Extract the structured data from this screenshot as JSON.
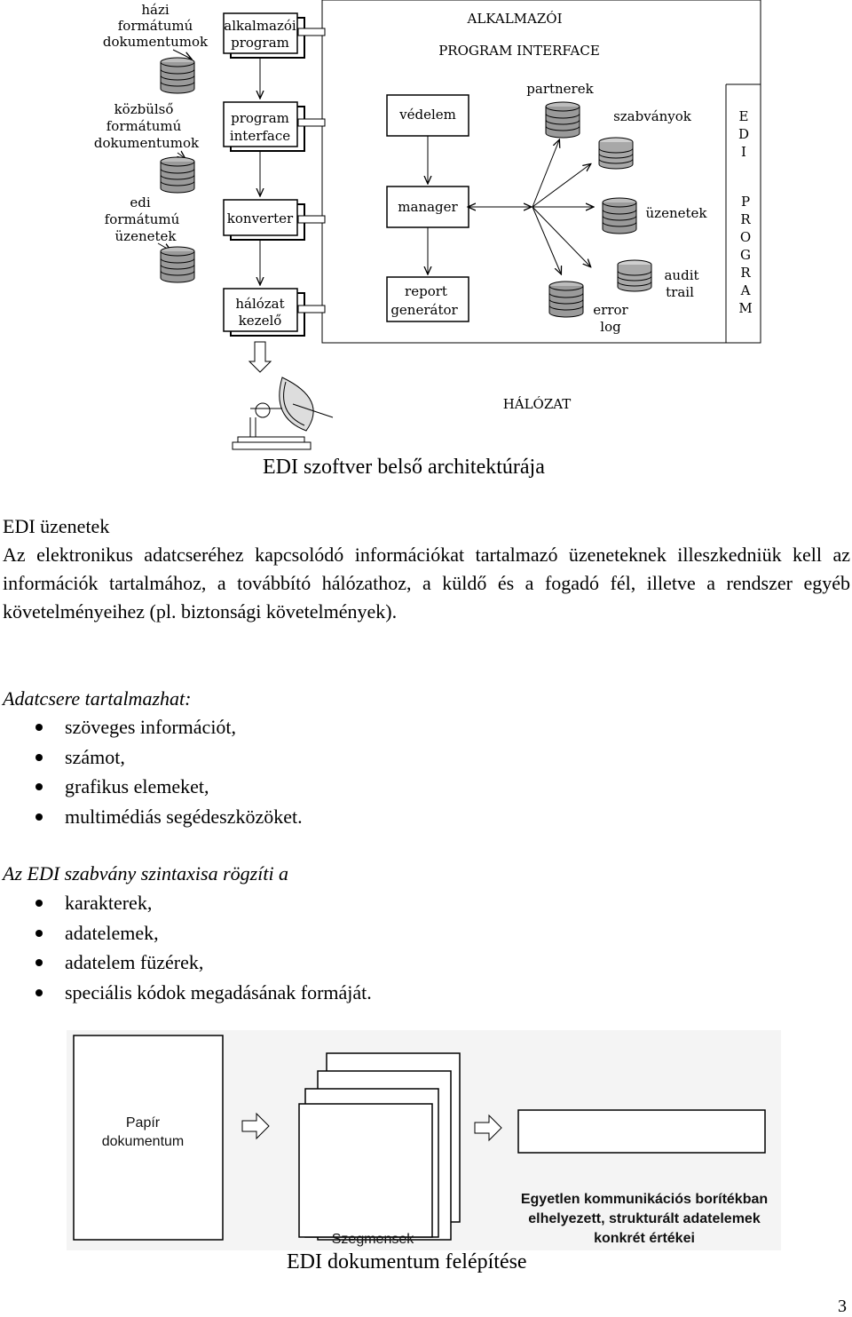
{
  "figure1": {
    "labels": {
      "hazi_doc": [
        "házi",
        "formátumú",
        "dokumentumok"
      ],
      "kozbulso_doc": [
        "közbülső",
        "formátumú",
        "dokumentumok"
      ],
      "edi_msgs": [
        "edi",
        "formátumú",
        "üzenetek"
      ],
      "app_program": [
        "alkalmazói",
        "program"
      ],
      "program_interface": [
        "program",
        "interface"
      ],
      "konverter": "konverter",
      "halozat_kezelo": [
        "hálózat",
        "kezelő"
      ],
      "api_title": [
        "ALKALMAZÓI",
        "PROGRAM INTERFACE"
      ],
      "vedelem": "védelem",
      "manager": "manager",
      "report_generator": [
        "report",
        "generátor"
      ],
      "partnerek": "partnerek",
      "szabvanyok": "szabványok",
      "uzenetek": "üzenetek",
      "audit_trail": [
        "audit",
        "trail"
      ],
      "error_log": [
        "error",
        "log"
      ],
      "edi_vertical": [
        "E",
        "D",
        "I"
      ],
      "program_vertical": [
        "P",
        "R",
        "O",
        "G",
        "R",
        "A",
        "M"
      ],
      "halozat": "HÁLÓZAT"
    },
    "caption": "EDI szoftver belső architektúrája"
  },
  "section": {
    "heading": "EDI üzenetek",
    "paragraph": "Az elektronikus adatcseréhez kapcsolódó információkat tartalmazó üzeneteknek illeszkedniük kell az információk tartalmához, a továbbító hálózathoz, a küldő és a fogadó fél, illetve a rendszer egyéb követelményeihez (pl. biztonsági követelmények).",
    "list1_title": "Adatcsere tartalmazhat:",
    "list1": [
      "szöveges információt,",
      "számot,",
      "grafikus elemeket,",
      "multimédiás segédeszközöket."
    ],
    "list2_title": "Az EDI szabvány szintaxisa rögzíti a",
    "list2": [
      "karakterek,",
      "adatelemek,",
      "adatelem füzérek,",
      "speciális kódok megadásának formáját."
    ]
  },
  "figure2": {
    "paper_doc": [
      "Papír",
      "dokumentum"
    ],
    "segments": "Szegmensek",
    "envelope": [
      "Egyetlen kommunikációs borítékban",
      "elhelyezett, strukturált adatelemek",
      "konkrét értékei"
    ],
    "caption": "EDI dokumentum felépítése"
  },
  "page_number": "3"
}
